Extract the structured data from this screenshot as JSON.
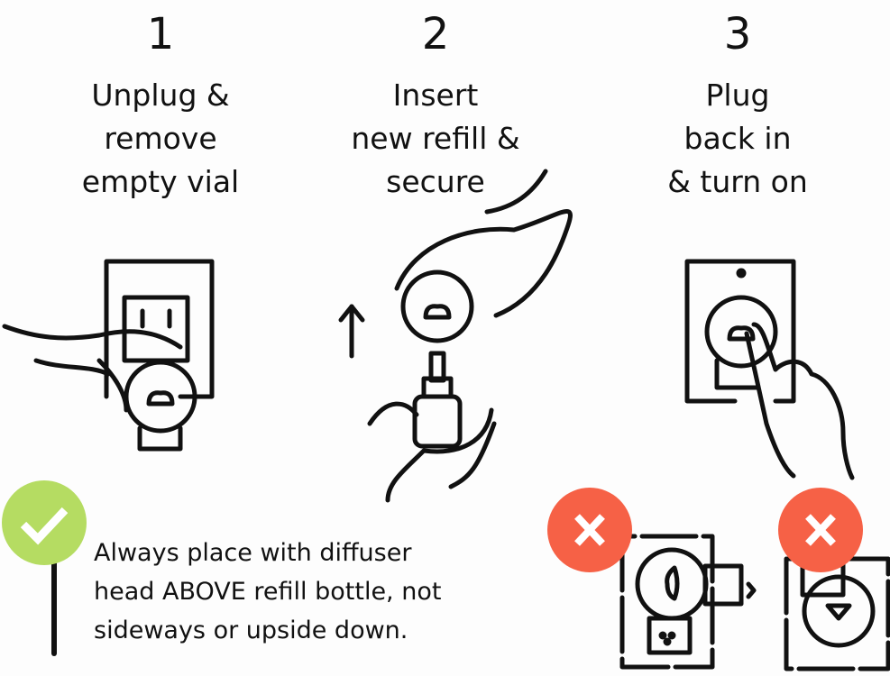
{
  "steps": [
    {
      "number": "1",
      "title_lines": [
        "Unplug &",
        "remove",
        "empty vial"
      ]
    },
    {
      "number": "2",
      "title_lines": [
        "Insert",
        "new refill &",
        "secure"
      ]
    },
    {
      "number": "3",
      "title_lines": [
        "Plug",
        "back in",
        "& turn on"
      ]
    }
  ],
  "note": {
    "lines": [
      "Always place with diffuser",
      "head ABOVE refill bottle, not",
      "sideways or upside down."
    ]
  },
  "colors": {
    "correct": "#b5dc62",
    "wrong": "#f66146",
    "ink": "#111111"
  },
  "icons": [
    "check-icon",
    "cross-icon",
    "arrow-up-icon"
  ]
}
